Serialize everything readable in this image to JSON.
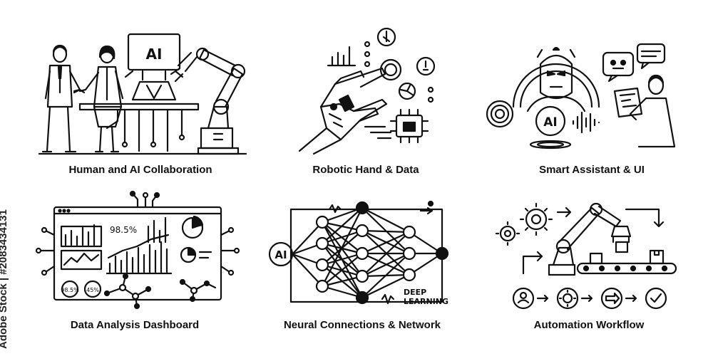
{
  "captions": {
    "human_ai": "Human and AI Collaboration",
    "robotic_hand": "Robotic Hand & Data",
    "smart_assistant": "Smart Assistant & UI",
    "dashboard": "Data Analysis Dashboard",
    "neural": "Neural Connections & Network",
    "automation": "Automation Workflow"
  },
  "labels": {
    "ai_screen": "AI",
    "ai_badge": "AI",
    "ai_node": "AI",
    "percent_main": "98.5%",
    "gauge_left": "98.5%",
    "gauge_right": "45%",
    "deep": "DEEP",
    "learning": "LEARNING"
  },
  "watermark": "adobe stock",
  "stock_id": "Adobe Stock | #2083434131",
  "icons": [
    "handshake-icon",
    "hologram-icon",
    "robot-arm-icon",
    "robotic-hand-icon",
    "bar-chart-icon",
    "touch-icon",
    "chip-icon",
    "robot-head-icon",
    "chatbot-icon",
    "tablet-icon",
    "soundwave-icon",
    "dashboard-icon",
    "pie-chart-icon",
    "network-icon",
    "neural-network-icon",
    "gear-icon",
    "conveyor-icon",
    "user-icon",
    "arrow-right-icon",
    "check-icon"
  ]
}
